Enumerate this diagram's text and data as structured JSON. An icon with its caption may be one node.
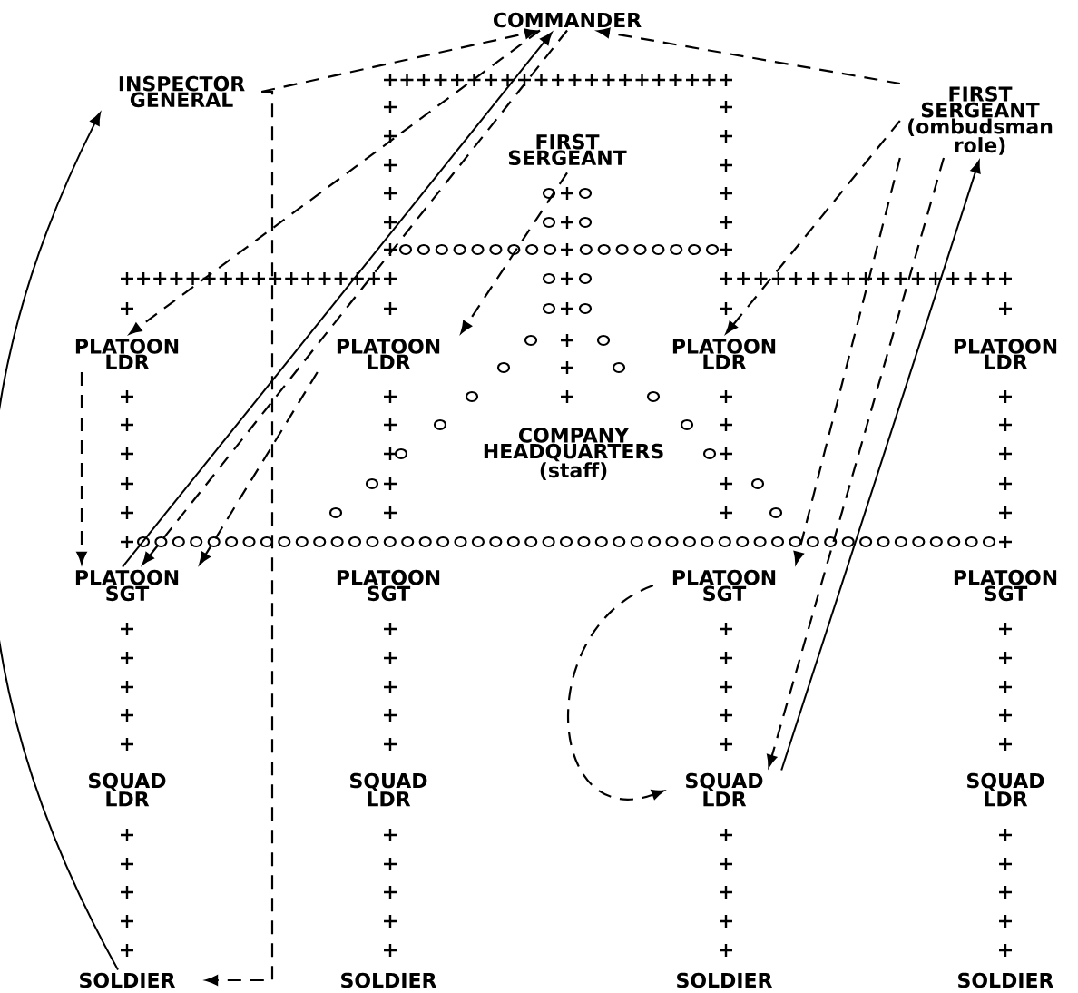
{
  "diagram": {
    "nodes": [
      {
        "text": [
          "COMMANDER"
        ]
      },
      {
        "text": [
          "INSPECTOR GENERAL"
        ]
      },
      {
        "text": [
          "FIRST SERGEANT (ombudsman role)"
        ]
      },
      {
        "text": [
          "FIRST SERGEANT"
        ]
      },
      {
        "text": [
          "PLATOON LDR"
        ]
      },
      {
        "text": [
          "PLATOON LDR"
        ]
      },
      {
        "text": [
          "PLATOON LDR"
        ]
      },
      {
        "text": [
          "PLATOON LDR"
        ]
      },
      {
        "text": [
          "COMPANY HEADQUARTERS (staff)"
        ]
      },
      {
        "text": [
          "PLATOON SGT"
        ]
      },
      {
        "text": [
          "PLATOON SGT"
        ]
      },
      {
        "text": [
          "PLATOON SGT"
        ]
      },
      {
        "text": [
          "PLATOON SGT"
        ]
      },
      {
        "text": [
          "SQUAD LDR"
        ]
      },
      {
        "text": [
          "SQUAD LDR"
        ]
      },
      {
        "text": [
          "SQUAD LDR"
        ]
      },
      {
        "text": [
          "SQUAD LDR"
        ]
      },
      {
        "text": [
          "SOLDIER"
        ]
      },
      {
        "text": [
          "SOLDIER"
        ]
      },
      {
        "text": [
          "SOLDIER"
        ]
      },
      {
        "text": [
          "SOLDIER"
        ]
      }
    ],
    "edges": [
      {
        "from": 17,
        "to": 1,
        "arrow": "to"
      },
      {
        "from": 1,
        "to": 0,
        "arrow": "to",
        "style": "dashed"
      },
      {
        "from": 1,
        "to": 17,
        "arrow": "to",
        "style": "dashed"
      },
      {
        "from": 0,
        "to": 4,
        "arrow": "to",
        "style": "dashed"
      },
      {
        "from": 0,
        "to": 9,
        "arrow": "to",
        "style": "dashed"
      },
      {
        "from": 9,
        "to": 0,
        "arrow": "to"
      },
      {
        "from": 3,
        "to": 5,
        "arrow": "to",
        "style": "dashed"
      },
      {
        "from": 5,
        "to": 9,
        "arrow": "to",
        "style": "dashed"
      },
      {
        "from": 4,
        "to": 9,
        "arrow": "to",
        "style": "dashed"
      },
      {
        "from": 2,
        "to": 0,
        "arrow": "to",
        "style": "dashed"
      },
      {
        "from": 2,
        "to": 6,
        "arrow": "to",
        "style": "dashed"
      },
      {
        "from": 2,
        "to": 11,
        "arrow": "to",
        "style": "dashed"
      },
      {
        "from": 2,
        "to": 15,
        "arrow": "to",
        "style": "dashed"
      },
      {
        "from": 15,
        "to": 2,
        "arrow": "to"
      },
      {
        "from": 11,
        "to": 15,
        "arrow": "to",
        "style": "dashed"
      }
    ]
  }
}
